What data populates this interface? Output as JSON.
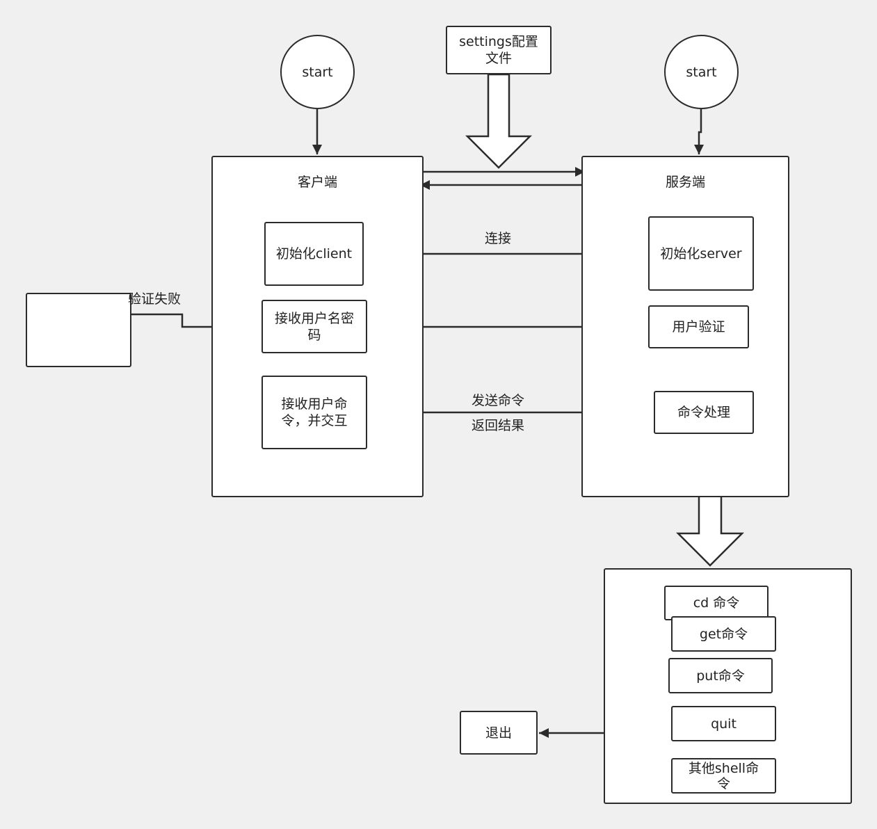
{
  "nodes": {
    "start_client": "start",
    "start_server": "start",
    "settings": "settings配置\n文件",
    "client": "客户端",
    "server": "服务端",
    "init_client": "初始化client",
    "init_server": "初始化server",
    "recv_login": "接收用户名密\n码",
    "user_auth": "用户验证",
    "recv_cmd": "接收用户命\n令，并交互",
    "cmd_handle": "命令处理",
    "fail_target": "",
    "cmd_cd": "cd 命令",
    "cmd_get": "get命令",
    "cmd_put": "put命令",
    "cmd_quit": "quit",
    "cmd_other": "其他shell命\n令",
    "exit": "退出"
  },
  "edge_labels": {
    "connect": "连接",
    "auth_fail": "验证失败",
    "send_cmd": "发送命令",
    "return_result": "返回结果"
  },
  "colors": {
    "background": "#f0f0f0",
    "node_fill": "#ffffff",
    "stroke": "#2b2b2b"
  }
}
